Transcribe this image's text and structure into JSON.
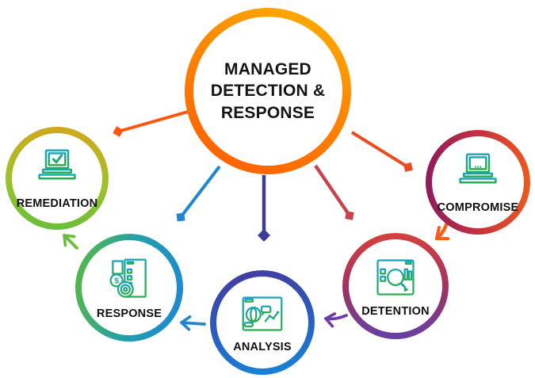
{
  "diagram": {
    "title": {
      "line1": "MANAGED",
      "line2": "DETECTION &",
      "line3": "RESPONSE",
      "full": "MANAGED DETECTION & RESPONSE"
    },
    "center": {
      "ring_gradient": [
        "#FFB300",
        "#FF5A00"
      ]
    },
    "nodes": [
      {
        "id": "remediation",
        "label": "REMEDIATION",
        "icon": "laptop-check-desk-icon",
        "ring_gradient": [
          "#D5A51C",
          "#64BE3B"
        ]
      },
      {
        "id": "compromise",
        "label": "COMPROMISE",
        "icon": "laptop-dots-desk-icon",
        "ring_gradient": [
          "#EC5A1E",
          "#8F1A5C"
        ]
      },
      {
        "id": "response",
        "label": "RESPONSE",
        "icon": "billing-report-icon",
        "ring_gradient": [
          "#5BBA3D",
          "#1C86D6"
        ]
      },
      {
        "id": "analysis",
        "label": "ANALYSIS",
        "icon": "analytics-window-icon",
        "ring_gradient": [
          "#46399D",
          "#1687DB"
        ]
      },
      {
        "id": "detention",
        "label": "DETENTION",
        "icon": "search-dashboard-icon",
        "ring_gradient": [
          "#D7403C",
          "#6540A5"
        ]
      }
    ],
    "icon_stroke_gradient": [
      "#12A3C4",
      "#29AC52"
    ],
    "arrows": {
      "center_to_remediation": "#FD560F",
      "center_to_compromise": "#EC4B20",
      "center_to_response": "#1F86D4",
      "center_to_analysis": "#3C3D99",
      "center_to_detention": "#C6434F",
      "compromise_to_detention": "#F95E17",
      "detention_to_analysis": "#6B3EA8",
      "analysis_to_response": "#1F86D4",
      "response_to_remediation": "#6CBF3C"
    }
  }
}
